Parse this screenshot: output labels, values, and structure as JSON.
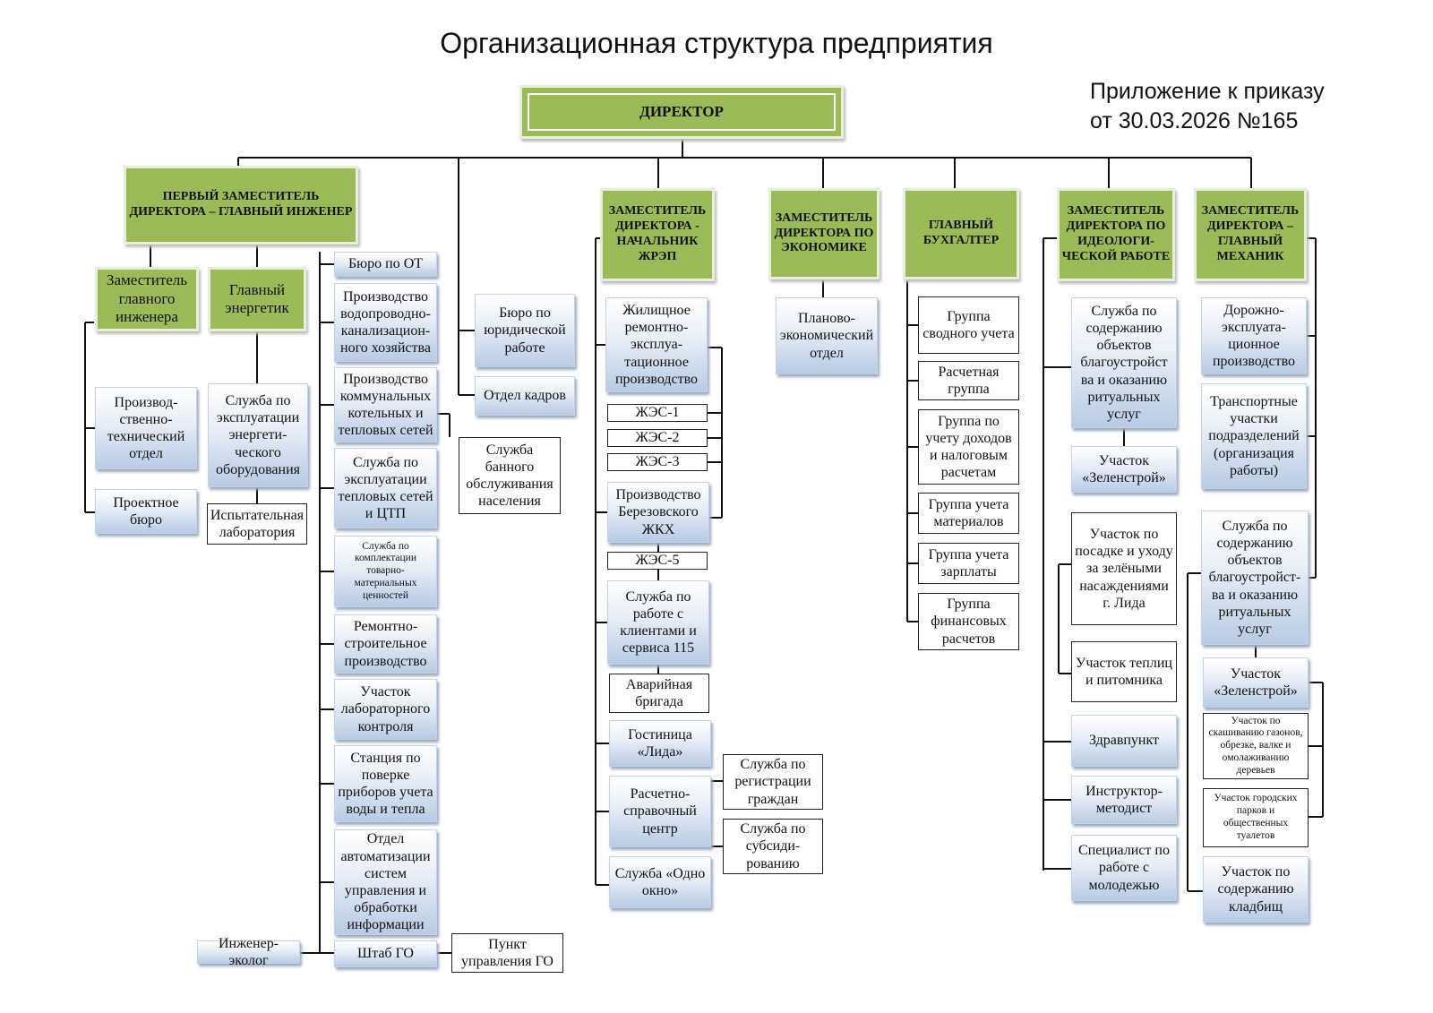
{
  "title": "Организационная структура предприятия",
  "appendix": {
    "line1": "Приложение к приказу",
    "line2": "от 30.03.2026 №165"
  },
  "boxes": {
    "director": "ДИРЕКТОР",
    "first_deputy": "ПЕРВЫЙ ЗАМЕСТИТЕЛЬ ДИРЕКТОРА – ГЛАВНЫЙ ИНЖЕНЕР",
    "deputy_zhrep": "ЗАМЕСТИТЕЛЬ ДИРЕКТОРА - НАЧАЛЬНИК ЖРЭП",
    "deputy_econ": "ЗАМЕСТИТЕЛЬ ДИРЕКТОРА ПО ЭКОНОМИКЕ",
    "chief_accountant": "ГЛАВНЫЙ БУХГАЛТЕР",
    "deputy_ideology": "ЗАМЕСТИТЕЛЬ ДИРЕКТОРА ПО ИДЕОЛОГИ-ЧЕСКОЙ РАБОТЕ",
    "deputy_mechanic": "ЗАМЕСТИТЕЛЬ ДИРЕКТОРА – ГЛАВНЫЙ МЕХАНИК",
    "deputy_chief_engineer": "Заместитель главного инженера",
    "chief_power_engineer": "Главный энергетик",
    "production_tech_dept": "Производ-ственно-технический отдел",
    "design_bureau": "Проектное бюро",
    "power_equipment_service": "Служба по эксплуатации энергети-ческого оборудования",
    "test_lab": "Испытательная лаборатория",
    "ot_bureau": "Бюро по ОТ",
    "water_production": "Производство водопроводно-канализацион-ного хозяйства",
    "boiler_production": "Производство коммунальных котельных и тепловых сетей",
    "heat_network_service": "Служба по эксплуатации тепловых сетей и ЦТП",
    "supply_service": "Служба по комплектации товарно-материальных ценностей",
    "repair_construction": "Ремонтно-строительное производство",
    "lab_control": "Участок лабораторного контроля",
    "meter_station": "Станция по поверке приборов учета воды и тепла",
    "automation_dept": "Отдел автоматизации систем управления и обработки информации",
    "civil_defense_hq": "Штаб ГО",
    "eco_engineer": "Инженер-эколог",
    "civil_defense_point": "Пункт управления ГО",
    "bath_service": "Служба банного обслуживания населения",
    "legal_bureau": "Бюро по юридической работе",
    "hr_dept": "Отдел кадров",
    "housing_production": "Жилищное ремонтно-эксплуа-тационное производство",
    "zhes1": "ЖЭС-1",
    "zhes2": "ЖЭС-2",
    "zhes3": "ЖЭС-3",
    "berezovka": "Производство Березовского ЖКХ",
    "zhes5": "ЖЭС-5",
    "client_service": "Служба по работе с клиентами и сервиса 115",
    "emergency_team": "Аварийная бригада",
    "hotel": "Гостиница «Лида»",
    "settlement_center": "Расчетно-справочный центр",
    "registration_service": "Служба по регистрации граждан",
    "subsidy_service": "Служба по субсиди-рованию",
    "one_window": "Служба «Одно окно»",
    "planning_dept": "Планово-экономический отдел",
    "summary_group": "Группа сводного учета",
    "payroll_calc_group": "Расчетная группа",
    "income_tax_group": "Группа по учету доходов и налоговым расчетам",
    "materials_group": "Группа учета материалов",
    "salary_group": "Группа учета зарплаты",
    "finance_group": "Группа финансовых расчетов",
    "improvement_service_1": "Служба по содержанию объектов благоустройст ва и оказанию ритуальных услуг",
    "zelenstroy_1": "Участок «Зеленстрой»",
    "planting_site": "Участок по посадке и уходу за зелёными насаждениями г. Лида",
    "greenhouse_site": "Участок теплиц и питомника",
    "first_aid": "Здравпункт",
    "instructor": "Инструктор-методист",
    "youth_specialist": "Специалист по работе с молодежью",
    "road_production": "Дорожно-эксплуата-ционное производство",
    "transport_sites": "Транспортные участки подразделений (организация работы)",
    "improvement_service_2": "Служба по содержанию объектов благоустройст-ва и оказанию ритуальных услуг",
    "zelenstroy_2": "Участок «Зеленстрой»",
    "mowing_site": "Участок по скашиванию газонов, обрезке, валке и омолаживанию деревьев",
    "parks_site": "Участок городских парков и общественных туалетов",
    "cemetery_site": "Участок по содержанию кладбищ"
  }
}
